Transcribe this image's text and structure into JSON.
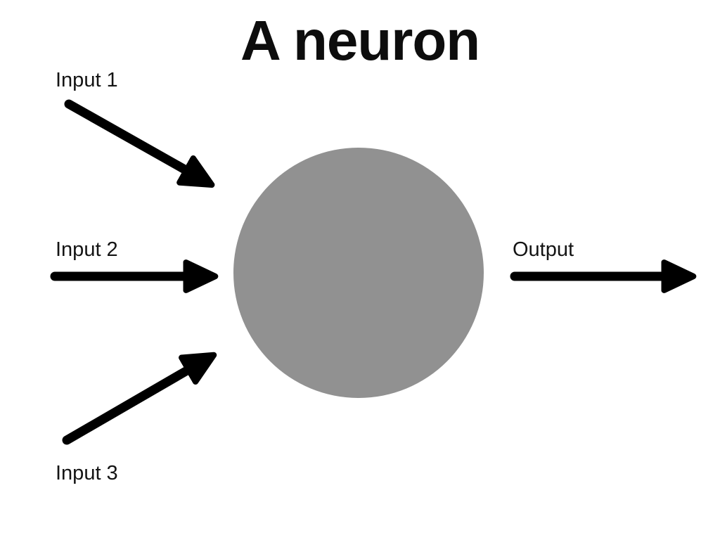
{
  "title": "A neuron",
  "diagram": {
    "background_color": "#ffffff",
    "node": {
      "shape": "circle",
      "color": "#919191"
    },
    "arrow_color": "#000000",
    "inputs": [
      {
        "label": "Input 1"
      },
      {
        "label": "Input 2"
      },
      {
        "label": "Input 3"
      }
    ],
    "output": {
      "label": "Output"
    }
  }
}
